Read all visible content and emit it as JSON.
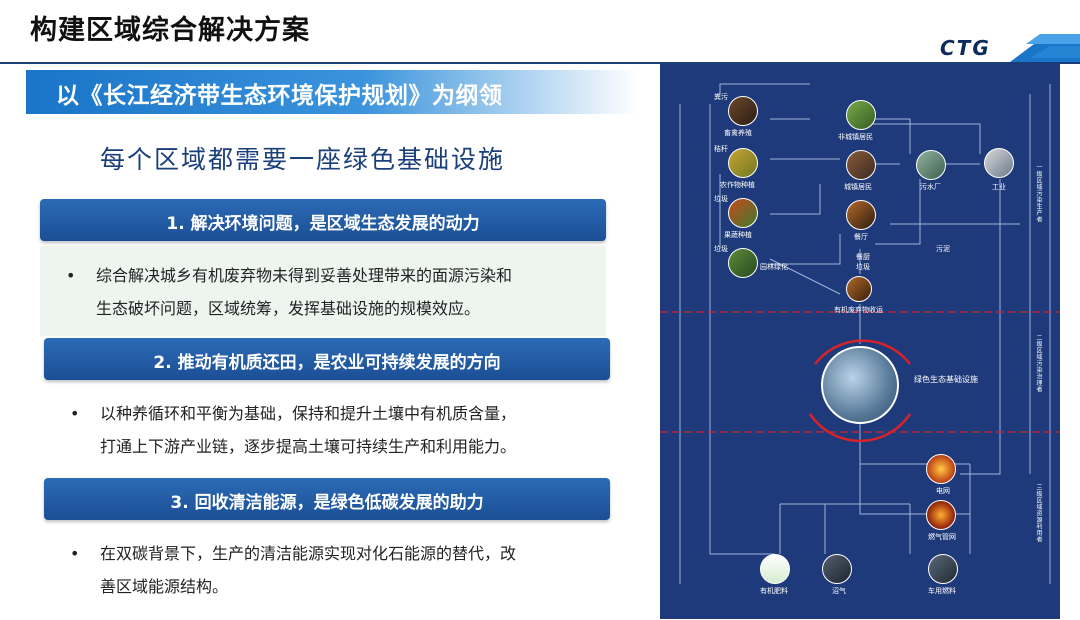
{
  "header": {
    "title": "构建区域综合解决方案",
    "logo": "CTG"
  },
  "banner": {
    "text": "以《长江经济带生态环境保护规划》为纲领"
  },
  "subtitle": "每个区域都需要一座绿色基础设施",
  "sections": [
    {
      "heading": "1. 解决环境问题，是区域生态发展的动力",
      "bullet": "•",
      "line1": "综合解决城乡有机废弃物未得到妥善处理带来的面源污染和",
      "line2": "生态破坏问题，区域统筹，发挥基础设施的规模效应。"
    },
    {
      "heading": "2. 推动有机质还田，是农业可持续发展的方向",
      "bullet": "•",
      "line1": "以种养循环和平衡为基础，保持和提升土壤中有机质含量，",
      "line2": "打通上下游产业链，逐步提高土壤可持续生产和利用能力。"
    },
    {
      "heading": "3. 回收清洁能源，是绿色低碳发展的助力",
      "bullet": "•",
      "line1": "在双碳背景下，生产的清洁能源实现对化石能源的替代，改",
      "line2": "善区域能源结构。"
    }
  ],
  "diagram": {
    "nodes": {
      "livestock": "畜禽养殖",
      "crops": "农作物种植",
      "orchard": "果蔬种植",
      "garden": "园林绿化",
      "rural": "非城镇居民",
      "urban": "城镇居民",
      "restaurant": "餐厅",
      "sewage_plant": "污水厂",
      "industry": "工业",
      "collection": "有机废弃物收运",
      "center": "绿色生态基础设施",
      "grid": "电网",
      "gas_grid": "燃气管网",
      "fertilizer": "有机肥料",
      "biogas": "沼气",
      "vehicle_fuel": "车用燃料"
    },
    "categories": {
      "manure": "粪污",
      "straw": "秸秆",
      "waste1": "垃圾",
      "waste2": "垃圾",
      "kitchen": "餐厨",
      "garbage": "垃圾",
      "sludge": "污泥"
    },
    "side_labels": {
      "first": "一级区域污染生产者",
      "second": "二级区域污染治理者",
      "third": "三级区域资源利用者"
    },
    "colors": {
      "bg": "#1f3a7a",
      "accent_red": "#d4232b",
      "line": "#9fb4d8"
    }
  }
}
